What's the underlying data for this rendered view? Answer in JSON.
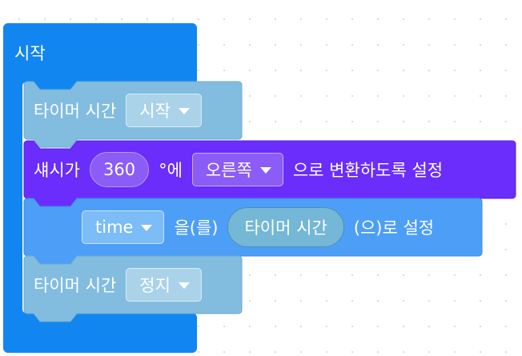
{
  "colors": {
    "hat": "#1186f0",
    "timer_block": "#82bde0",
    "spin_block": "#6a2dfb",
    "variable_block": "#4d9ef7"
  },
  "hat": {
    "label": "시작"
  },
  "timer_start": {
    "label": "타이머 시간",
    "dropdown_value": "시작"
  },
  "spin": {
    "label_prefix": "섀시가",
    "degrees": "360",
    "degree_suffix": "°에",
    "direction_value": "오른쪽",
    "label_suffix": "으로 변환하도록 설정"
  },
  "set_var": {
    "variable_value": "time",
    "label_mid": "을(를)",
    "reporter_label": "타이머 시간",
    "label_suffix": "(으)로 설정"
  },
  "timer_stop": {
    "label": "타이머 시간",
    "dropdown_value": "정지"
  },
  "icons": [
    "dropdown-arrow-icon"
  ]
}
